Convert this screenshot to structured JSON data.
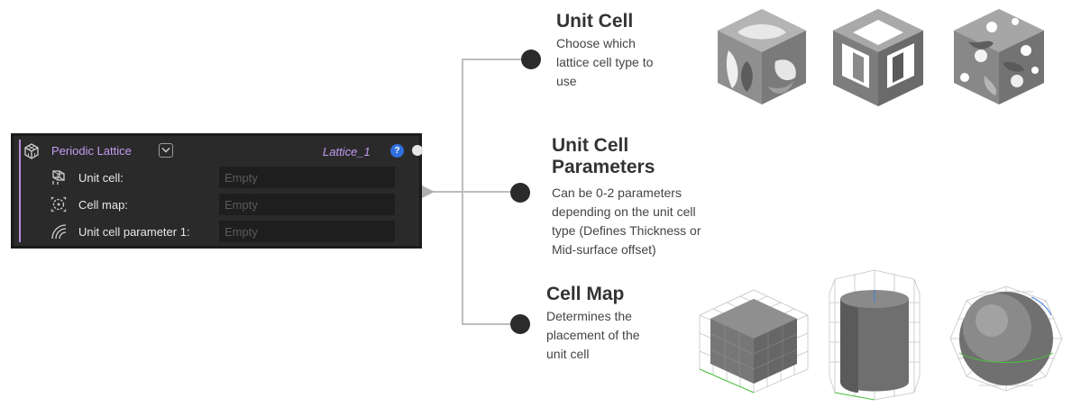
{
  "panel": {
    "title": "Periodic Lattice",
    "instance_name": "Lattice_1",
    "help_label": "?",
    "accent_color": "#c49cf2",
    "rows": [
      {
        "label": "Unit cell:",
        "placeholder": "Empty",
        "icon": "unit-cell-icon"
      },
      {
        "label": "Cell map:",
        "placeholder": "Empty",
        "icon": "cell-map-icon"
      },
      {
        "label": "Unit cell parameter 1:",
        "placeholder": "Empty",
        "icon": "parameter-icon"
      }
    ]
  },
  "annotations": {
    "unit_cell": {
      "title": "Unit Cell",
      "description": [
        "Choose which",
        "lattice cell type to",
        "use"
      ]
    },
    "unit_cell_parameters": {
      "title": [
        "Unit Cell",
        "Parameters"
      ],
      "description": [
        "Can be 0-2 parameters",
        "depending on the unit cell",
        "type (Defines Thickness or",
        "Mid-surface offset)"
      ]
    },
    "cell_map": {
      "title": "Cell Map",
      "description": [
        "Determines the",
        "placement of the",
        "unit cell"
      ]
    }
  }
}
